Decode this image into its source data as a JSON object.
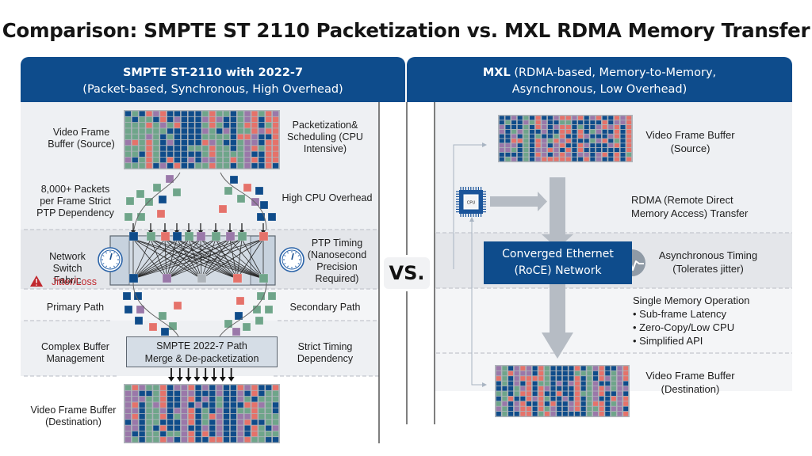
{
  "title": "Comparison: SMPTE ST 2110 Packetization vs. MXL RDMA Memory Transfer",
  "colors": {
    "header_blue": "#0e4c8c",
    "cell_blue": "#0f4c8a",
    "cell_purple": "#9a78a9",
    "cell_green": "#6fa58a",
    "cell_red": "#e5726a",
    "cell_grey": "#aeb4ba",
    "warning_red": "#c0272d",
    "arrow_grey": "#b6bcc4"
  },
  "left_panel": {
    "header_line1": "SMPTE  ST-2110 with 2022-7",
    "header_line2": "(Packet-based, Synchronous, High Overhead)",
    "labels": {
      "source_buffer": "Video Frame Buffer (Source)",
      "packetization": "Packetization& Scheduling (CPU Intensive)",
      "packets_per_frame": "8,000+ Packets per Frame Strict PTP Dependency",
      "cpu_overhead": "High CPU Overhead",
      "switch_fabric": "Network Switch Fabric",
      "jitter": "Jitter/Loss",
      "ptp_timing": "PTP Timing (Nanosecond Precision Required)",
      "primary_path": "Primary Path",
      "secondary_path": "Secondary Path",
      "buffer_mgmt": "Complex Buffer Management",
      "timing_dependency": "Strict Timing Dependency",
      "merge_line1": "SMPTE 2022-7 Path",
      "merge_line2": "Merge & De-packetization",
      "dest_buffer": "Video Frame Buffer (Destination)"
    },
    "icons": [
      "clock-icon",
      "clock-icon",
      "warning-triangle-icon"
    ]
  },
  "vs_label": "VS.",
  "right_panel": {
    "header_bold": "MXL",
    "header_line1": " (RDMA-based, Memory-to-Memory,",
    "header_line2": "Asynchronous, Low Overhead)",
    "labels": {
      "source_buffer_l1": "Video Frame Buffer",
      "source_buffer_l2": "(Source)",
      "rdma_l1": "RDMA (Remote Direct",
      "rdma_l2": "Memory Access) Transfer",
      "roce_l1": "Converged Ethernet",
      "roce_l2": "(RoCE) Network",
      "async_l1": "Asynchronous Timing",
      "async_l2": "(Tolerates jitter)",
      "single_op": "Single Memory Operation",
      "bullets": [
        "• Sub-frame Latency",
        "• Zero-Copy/Low CPU",
        "• Simplified API"
      ],
      "dest_buffer_l1": "Video Frame Buffer",
      "dest_buffer_l2": "(Destination)",
      "cpu_chip": "CPU"
    },
    "icons": [
      "cpu-chip-icon",
      "pulse-wave-icon"
    ]
  },
  "frame_grid": {
    "columns": 22,
    "rows": 10
  }
}
